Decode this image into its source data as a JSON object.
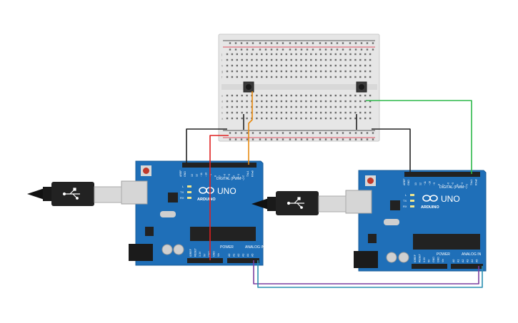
{
  "boards": {
    "left": {
      "brand": "ARDUINO",
      "model": "UNO",
      "digital_label": "DIGITAL (PWM~)",
      "power_label": "POWER",
      "analog_label": "ANALOG IN",
      "led_l": "L",
      "led_tx": "TX",
      "led_rx": "RX",
      "aref": "AREF",
      "gnd": "GND",
      "pins_top": [
        "13",
        "12",
        "~11",
        "~10",
        "~9",
        "8",
        "7",
        "~6",
        "~5",
        "4",
        "~3",
        "2",
        "TX▸1",
        "RX◂0"
      ],
      "pins_power": [
        "IOREF",
        "RESET",
        "3.3V",
        "5V",
        "GND",
        "GND",
        "Vin"
      ],
      "pins_analog": [
        "A0",
        "A1",
        "A2",
        "A3",
        "A4",
        "A5"
      ]
    },
    "right": {
      "brand": "ARDUINO",
      "model": "UNO",
      "digital_label": "DIGITAL (PWM~)",
      "power_label": "POWER",
      "analog_label": "ANALOG IN",
      "led_l": "L",
      "led_tx": "TX",
      "led_rx": "RX",
      "aref": "AREF",
      "gnd": "GND",
      "pins_top": [
        "13",
        "12",
        "~11",
        "~10",
        "~9",
        "8",
        "7",
        "~6",
        "~5",
        "4",
        "~3",
        "2",
        "TX▸1",
        "RX◂0"
      ],
      "pins_power": [
        "IOREF",
        "RESET",
        "3.3V",
        "5V",
        "GND",
        "GND",
        "Vin"
      ],
      "pins_analog": [
        "A0",
        "A1",
        "A2",
        "A3",
        "A4",
        "A5"
      ]
    }
  },
  "breadboard": {
    "row_letters_top": [
      "j",
      "i",
      "h",
      "g",
      "f"
    ],
    "row_letters_bottom": [
      "e",
      "d",
      "c",
      "b",
      "a"
    ],
    "columns": 30
  },
  "wires": {
    "black": "#222222",
    "red": "#e02020",
    "orange": "#e88a10",
    "green": "#2db84a",
    "purple": "#7a3fa0",
    "teal": "#2a8fb0"
  },
  "colors": {
    "board_blue": "#1f6fb8",
    "board_dark": "#1a5a96",
    "breadboard": "#e9e9e9",
    "usb_body": "#222222"
  }
}
